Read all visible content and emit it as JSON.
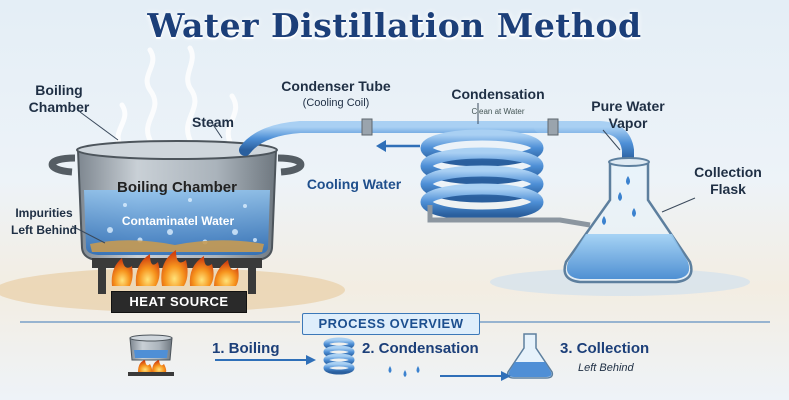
{
  "title": "Water Distillation Method",
  "labels": {
    "boiling_chamber_outer_1": "Boiling",
    "boiling_chamber_outer_2": "Chamber",
    "steam": "Steam",
    "condenser_tube_1": "Condenser Tube",
    "condenser_tube_2": "(Cooling Coil)",
    "condensation": "Condensation",
    "condensation_sub": "Clean at Water",
    "pure_water_1": "Pure Water",
    "pure_water_2": "Vapor",
    "cooling_water": "Cooling Water",
    "collection_flask_1": "Collection",
    "collection_flask_2": "Flask",
    "boiling_chamber_inner": "Boiling Chamber",
    "contaminated_water": "Contaminatel Water",
    "impurities_1": "Impurities",
    "impurities_2": "Left Behind",
    "heat_source": "HEAT SOURCE"
  },
  "process_overview": {
    "title": "PROCESS OVERVIEW",
    "steps": [
      {
        "label": "1. Boiling"
      },
      {
        "label": "2. Condensation"
      },
      {
        "label": "3. Collection",
        "sub": "Left Behind"
      }
    ]
  },
  "colors": {
    "title": "#1c3f79",
    "water": "#4f8fd6",
    "coil": "#3f7fd0",
    "flame": "#f08a1a",
    "pot": "#9aa4ad"
  }
}
